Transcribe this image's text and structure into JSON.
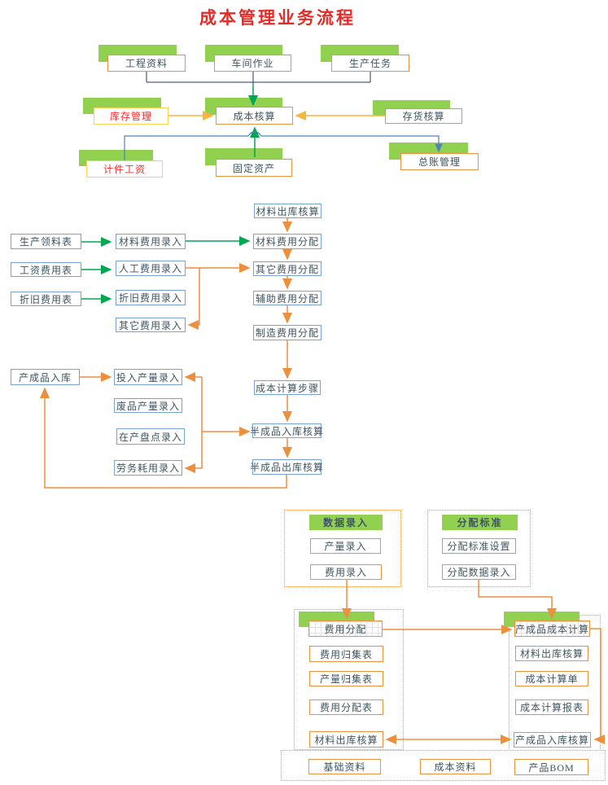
{
  "title": "成本管理业务流程",
  "top": {
    "project_data": "工程资料",
    "workshop_operation": "车间作业",
    "production_task": "生产任务",
    "inventory_mgmt": "库存管理",
    "cost_accounting": "成本核算",
    "stock_accounting": "存货核算",
    "piecework_wage": "计件工资",
    "fixed_assets": "固定资产",
    "general_ledger": "总账管理"
  },
  "mid": {
    "material_issue_acct": "材料出库核算",
    "material_cost_alloc": "材料费用分配",
    "other_cost_alloc": "其它费用分配",
    "aux_cost_alloc": "辅助费用分配",
    "mfg_cost_alloc": "制造费用分配",
    "cost_calc_steps": "成本计算步骤",
    "semi_inbound_acct": "半成品入库核算",
    "semi_outbound_acct": "半成品出库核算",
    "production_picking": "生产领料表",
    "wage_expense": "工资费用表",
    "depreciation_expense": "折旧费用表",
    "material_cost_entry": "材料费用录入",
    "labor_cost_entry": "人工费用录入",
    "depreciation_entry": "折旧费用录入",
    "other_cost_entry": "其它费用录入",
    "finished_inbound": "产成品入库",
    "input_output_entry": "投入产量录入",
    "scrap_output_entry": "废品产量录入",
    "wip_count_entry": "在产盘点录入",
    "labor_consumption_entry": "劳务耗用录入"
  },
  "bottom": {
    "data_entry": "数据录入",
    "output_entry": "产量录入",
    "expense_entry": "费用录入",
    "alloc_standard": "分配标准",
    "alloc_standard_setup": "分配标准设置",
    "alloc_data_entry": "分配数据录入",
    "expense_alloc": "费用分配",
    "expense_collection": "费用归集表",
    "output_collection": "产量归集表",
    "expense_alloc_sheet": "费用分配表",
    "material_issue_acct_left": "材料出库核算",
    "finished_cost_calc": "产成品成本计算",
    "material_issue_acct_right": "材料出库核算",
    "cost_calc_sheet": "成本计算单",
    "cost_calc_report": "成本计算报表",
    "finished_inbound_acct": "产成品入库核算",
    "base_data": "基础资料",
    "cost_data": "成本资料",
    "product_bom": "产品BOM"
  },
  "colors": {
    "accent_green": "#92D050",
    "arrow_orange": "#EE8F3D",
    "arrow_green": "#00A651",
    "arrow_yellow": "#F5B53F",
    "arrow_blue": "#4F81BD",
    "line_navy": "#1F3B63",
    "title_red": "#E42B28"
  }
}
